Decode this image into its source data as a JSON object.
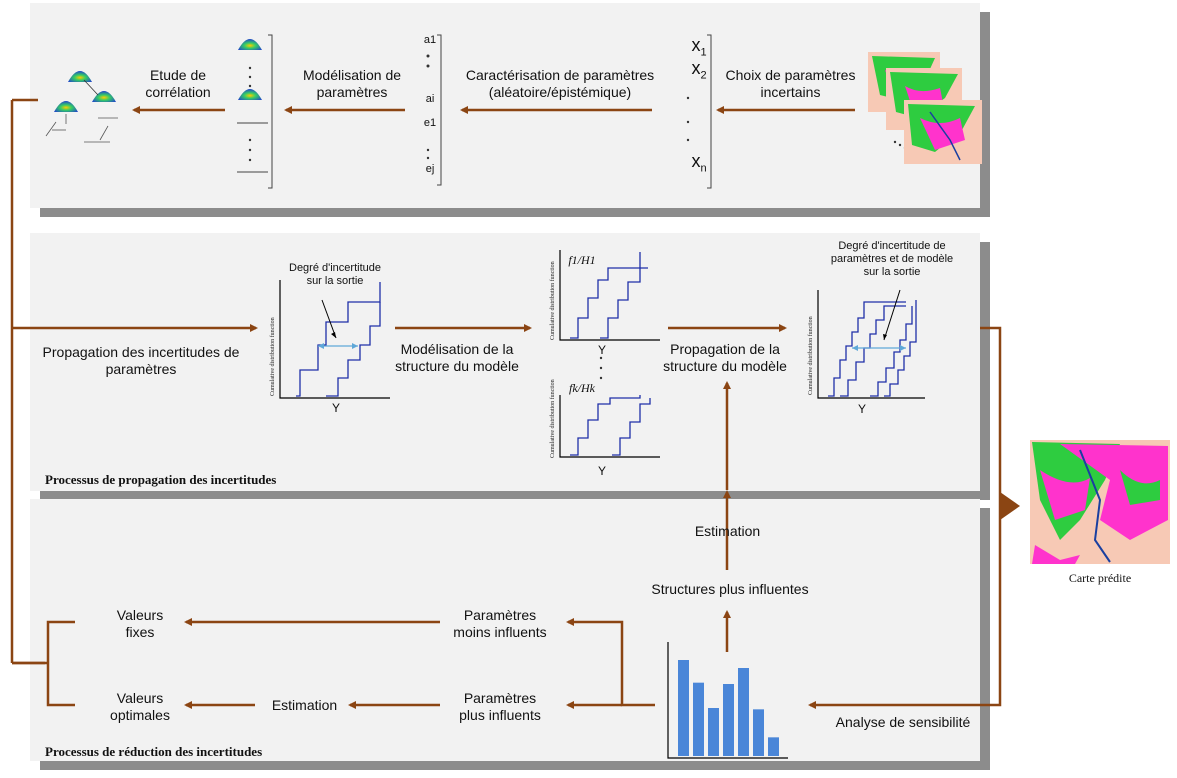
{
  "top": {
    "etude": "Etude de\ncorrélation",
    "modelisation": "Modélisation de\nparamètres",
    "caracterisation": "Caractérisation de paramètres\n(aléatoire/épistémique)",
    "choix": "Choix de paramètres\nincertains",
    "param_list": [
      "a1",
      "ai",
      "e1",
      "ej"
    ],
    "x_list": [
      "x",
      "x",
      "x"
    ],
    "x_subs": [
      "1",
      "2",
      "n"
    ]
  },
  "middle": {
    "propagation_params": "Propagation des incertitudes de\nparamètres",
    "degre_sortie": "Degré d'incertitude\nsur la sortie",
    "modelisation_structure": "Modélisation de la\nstructure du modèle",
    "propagation_structure": "Propagation de la\nstructure du modèle",
    "degre_params_modele": "Degré d'incertitude de\nparamètres et de modèle\nsur la sortie",
    "y_label": "Y",
    "cdf_axis": "Cumulative distribution function",
    "f1_label": "f1/H1",
    "fk_label": "fk/Hk",
    "section_title": "Processus de propagation des incertitudes"
  },
  "bottom": {
    "estimation_top": "Estimation",
    "structures": "Structures plus influentes",
    "valeurs_fixes": "Valeurs\nfixes",
    "valeurs_optimales": "Valeurs\noptimales",
    "estimation": "Estimation",
    "moins_influents": "Paramètres\nmoins influents",
    "plus_influents": "Paramètres\nplus influents",
    "analyse": "Analyse de sensibilité",
    "section_title": "Processus de réduction des incertitudes",
    "bars": [
      0.72,
      0.55,
      0.36,
      0.54,
      0.66,
      0.35,
      0.14
    ]
  },
  "output": {
    "carte": "Carte prédite"
  },
  "colors": {
    "arrow": "#8B4513",
    "step": "#1f2fa8",
    "bar": "#4a86d8",
    "green": "#2ecc40",
    "magenta": "#ff33cc"
  }
}
